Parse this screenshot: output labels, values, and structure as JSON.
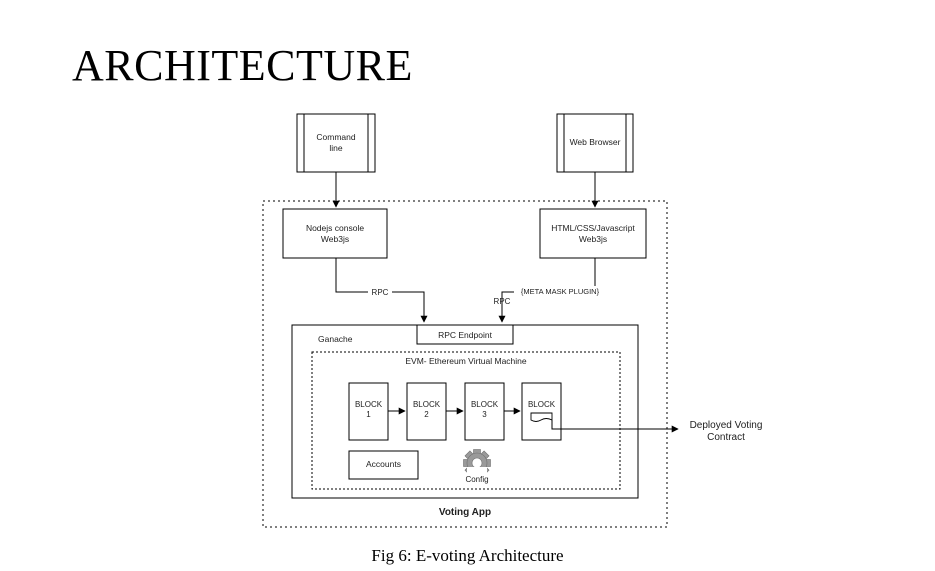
{
  "page": {
    "title": "ARCHITECTURE",
    "caption": "Fig 6: E-voting Architecture"
  },
  "diagram": {
    "command_line": {
      "line1": "Command",
      "line2": "line"
    },
    "web_browser": "Web Browser",
    "nodejs": {
      "line1": "Nodejs console",
      "line2": "Web3js"
    },
    "html_css": {
      "line1": "HTML/CSS/Javascript",
      "line2": "Web3js"
    },
    "rpc_left": "RPC",
    "rpc_right": "RPC",
    "metamask": "{META MASK PLUGIN}",
    "rpc_endpoint": "RPC Endpoint",
    "ganache": "Ganache",
    "evm": "EVM- Ethereum Virtual Machine",
    "blocks": [
      {
        "label": "BLOCK",
        "num": "1"
      },
      {
        "label": "BLOCK",
        "num": "2"
      },
      {
        "label": "BLOCK",
        "num": "3"
      },
      {
        "label": "BLOCK",
        "num": ""
      }
    ],
    "accounts": "Accounts",
    "config": "Config",
    "voting_app": "Voting App",
    "deployed": {
      "line1": "Deployed Voting",
      "line2": "Contract"
    },
    "colors": {
      "line": "#000000",
      "gear_fill": "#9a9a9a",
      "gear_stroke": "#6f6f6f"
    },
    "icons": [
      "gear-icon",
      "contract-scroll-icon"
    ]
  }
}
